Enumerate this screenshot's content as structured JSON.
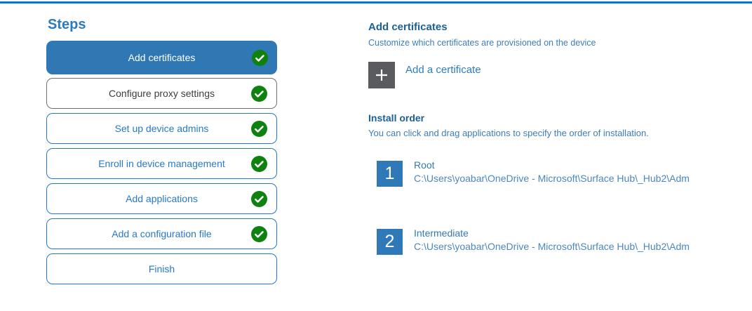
{
  "colors": {
    "top_bar": "#0078d6",
    "active_step_bg": "#3078b4",
    "outline_step_border": "#2678cc",
    "neutral_step_border": "#6f6f6f",
    "check_green": "#0e810e",
    "heading_blue": "#1e6094",
    "body_blue": "#3d7db9",
    "order_box_blue": "#3079b8",
    "plus_box_gray": "#595b5e"
  },
  "steps_panel": {
    "title": "Steps",
    "steps": [
      {
        "label": "Add certificates",
        "state": "active",
        "checked": true
      },
      {
        "label": "Configure proxy settings",
        "state": "neutral",
        "checked": true
      },
      {
        "label": "Set up device admins",
        "state": "outline",
        "checked": true
      },
      {
        "label": "Enroll in device management",
        "state": "outline",
        "checked": true
      },
      {
        "label": "Add applications",
        "state": "outline",
        "checked": true
      },
      {
        "label": "Add a configuration file",
        "state": "outline",
        "checked": true
      },
      {
        "label": "Finish",
        "state": "outline",
        "checked": false
      }
    ]
  },
  "content": {
    "section_title": "Add certificates",
    "section_subtitle": "Customize which certificates are provisioned on the device",
    "add_certificate": {
      "label": "Add a certificate",
      "icon": "plus-icon"
    },
    "install_order": {
      "title": "Install order",
      "description": "You can click and drag applications to specify the order of installation.",
      "items": [
        {
          "order": "1",
          "name": "Root",
          "path": "C:\\Users\\yoabar\\OneDrive - Microsoft\\Surface Hub\\_Hub2\\Adm"
        },
        {
          "order": "2",
          "name": "Intermediate",
          "path": "C:\\Users\\yoabar\\OneDrive - Microsoft\\Surface Hub\\_Hub2\\Adm"
        }
      ]
    }
  }
}
